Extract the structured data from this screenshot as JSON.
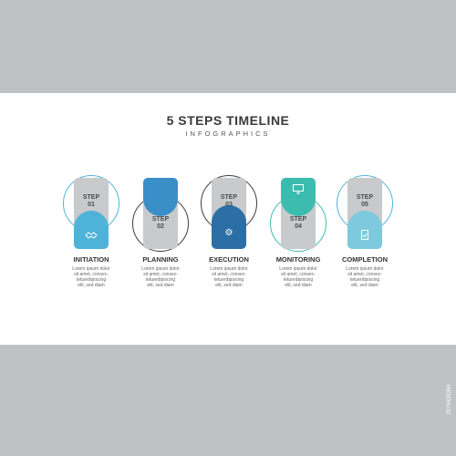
{
  "title": "5 STEPS TIMELINE",
  "subtitle": "INFOGRAPHICS",
  "stock_id": "2079435394",
  "desc_lines": [
    "Lorem ipsum dolor",
    "sit amet, consec-",
    "tetuerdipiscing",
    "elit, sed diam"
  ],
  "colors": {
    "pill_gray": "#c9cacc",
    "blue_light": "#4fb3d9",
    "blue_medium": "#3a8fc9",
    "blue_dark": "#2c6ea6",
    "teal": "#3cbcae",
    "light_cyan": "#7ec9dd",
    "ring": "#4fb3d9"
  },
  "steps": [
    {
      "step_word": "STEP",
      "number": "01",
      "name": "INITIATION",
      "icon": "handshake-icon",
      "desc": [
        "Lorem ipsum dolor",
        "sit amet, consec-",
        "tetuerdipiscing",
        "elit, sed diam"
      ]
    },
    {
      "step_word": "STEP",
      "number": "02",
      "name": "PLANNING",
      "icon": "none",
      "desc": [
        "Lorem ipsum dolor",
        "sit amet, consec-",
        "tetuerdipiscing",
        "elit, sed diam"
      ]
    },
    {
      "step_word": "STEP",
      "number": "03",
      "name": "EXECUTION",
      "icon": "gear-icon",
      "desc": [
        "Lorem ipsum dolor",
        "sit amet, consec-",
        "tetuerdipiscing",
        "elit, sed diam"
      ]
    },
    {
      "step_word": "STEP",
      "number": "04",
      "name": "MONITORING",
      "icon": "monitor-icon",
      "desc": [
        "Lorem ipsum dolor",
        "sit amet, consec-",
        "tetuerdipiscing",
        "elit, sed diam"
      ]
    },
    {
      "step_word": "STEP",
      "number": "05",
      "name": "COMPLETION",
      "icon": "document-check-icon",
      "desc": [
        "Lorem ipsum dolor",
        "sit amet, consec-",
        "tetuerdipiscing",
        "elit, sed diam"
      ]
    }
  ]
}
